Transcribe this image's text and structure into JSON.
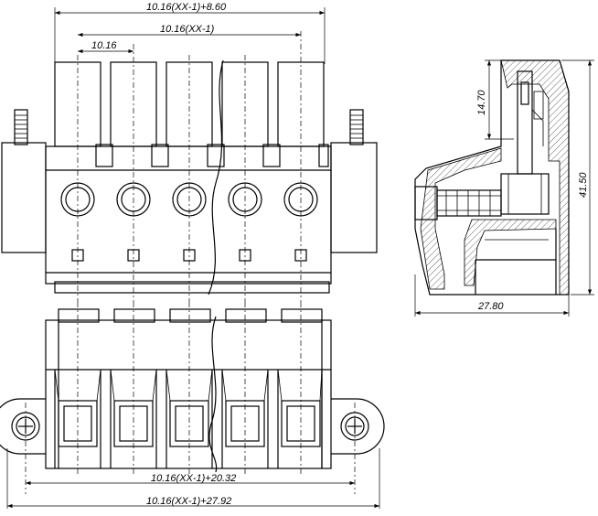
{
  "drawing": {
    "dimensions": {
      "top_overall": "10.16(XX-1)+8.60",
      "top_pitch_total": "10.16(XX-1)",
      "top_pitch": "10.16",
      "side_upper": "14.70",
      "side_height": "41.50",
      "side_depth": "27.80",
      "bottom_inner": "10.16(XX-1)+20.32",
      "bottom_overall": "10.16(XX-1)+27.92"
    }
  }
}
